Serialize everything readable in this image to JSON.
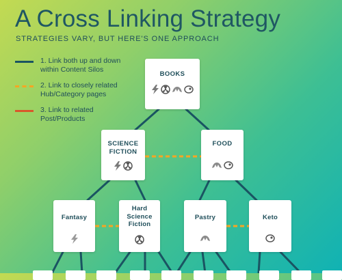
{
  "title": "A Cross Linking Strategy",
  "subtitle": "STRATEGIES VARY, BUT HERE'S ONE APPROACH",
  "legend": [
    {
      "style": "solid",
      "color": "#1a5462",
      "text": "1. Link both up and down within Content Silos"
    },
    {
      "style": "dashed",
      "color": "#f5a623",
      "text": "2. Link to closely related Hub/Category pages"
    },
    {
      "style": "solid",
      "color": "#d9572b",
      "text": "3. Link to related Post/Products"
    }
  ],
  "nodes": {
    "books": {
      "label": "BOOKS",
      "icons": [
        "lightning-icon",
        "radiation-icon",
        "croissant-icon",
        "steak-icon"
      ]
    },
    "science_fiction": {
      "label": "SCIENCE FICTION",
      "icons": [
        "lightning-icon",
        "radiation-icon"
      ]
    },
    "food": {
      "label": "FOOD",
      "icons": [
        "croissant-icon",
        "steak-icon"
      ]
    },
    "fantasy": {
      "label": "Fantasy",
      "icons": [
        "lightning-icon"
      ]
    },
    "hard_science_fiction": {
      "label": "Hard Science Fiction",
      "icons": [
        "radiation-icon"
      ]
    },
    "pastry": {
      "label": "Pastry",
      "icons": [
        "croissant-icon"
      ]
    },
    "keto": {
      "label": "Keto",
      "icons": [
        "steak-icon"
      ]
    }
  },
  "colors": {
    "tree_line": "#1a5462",
    "hub_link": "#f5a623",
    "post_link": "#d9572b"
  }
}
